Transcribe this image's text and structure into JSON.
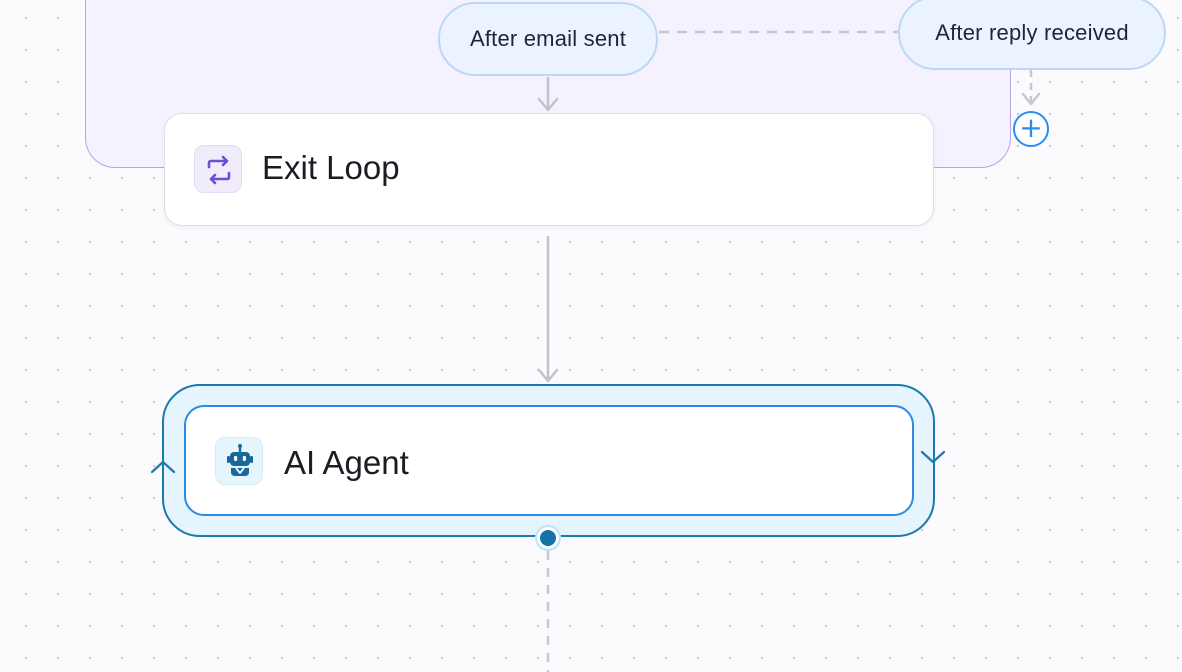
{
  "canvas": {
    "edge_labels": {
      "after_email_sent": "After email sent",
      "after_reply_received": "After reply received"
    },
    "add_step_symbol": "+",
    "nodes": {
      "exit_loop": {
        "title": "Exit Loop",
        "icon": "loop-arrows-icon"
      },
      "ai_agent": {
        "title": "AI Agent",
        "icon": "robot-icon",
        "selected": true
      }
    }
  },
  "colors": {
    "loop_border": "#b6a4ea",
    "loop_fill": "#f6f1fe",
    "pill_fill": "#eaf3ff",
    "pill_border": "#bcd8f6",
    "accent_blue": "#2b8bf0",
    "selected_outline": "#1b79ad",
    "loop_icon": "#6b4fd0",
    "agent_icon": "#17699a",
    "edge_gray": "#c3c2cb"
  }
}
